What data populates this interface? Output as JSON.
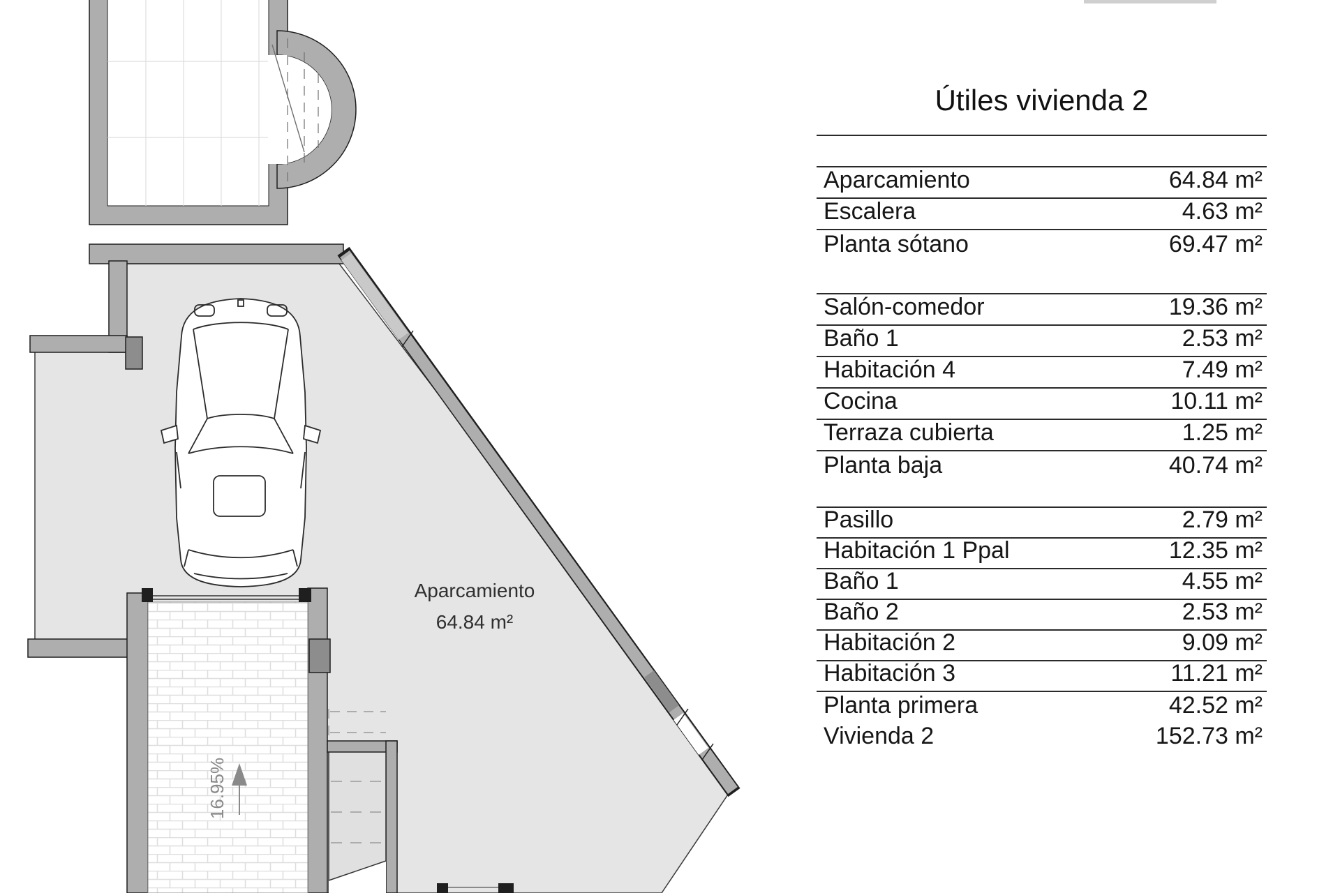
{
  "title": "Útiles vivienda 2",
  "table": {
    "groups": [
      {
        "header_spacer": true,
        "rows": [
          {
            "label": "Aparcamiento",
            "value": "64.84 m²",
            "rule": true
          },
          {
            "label": "Escalera",
            "value": "4.63 m²",
            "rule": true
          },
          {
            "label": "Planta sótano",
            "value": "69.47 m²",
            "rule": false
          }
        ]
      },
      {
        "header_spacer": false,
        "rows": [
          {
            "label": "Salón-comedor",
            "value": "19.36 m²",
            "rule": true
          },
          {
            "label": "Baño 1",
            "value": "2.53 m²",
            "rule": true
          },
          {
            "label": "Habitación 4",
            "value": "7.49 m²",
            "rule": true
          },
          {
            "label": "Cocina",
            "value": "10.11 m²",
            "rule": true
          },
          {
            "label": "Terraza cubierta",
            "value": "1.25 m²",
            "rule": true
          },
          {
            "label": "Planta baja",
            "value": "40.74 m²",
            "rule": false
          }
        ]
      },
      {
        "header_spacer": false,
        "rows": [
          {
            "label": "Pasillo",
            "value": "2.79 m²",
            "rule": true
          },
          {
            "label": "Habitación 1 Ppal",
            "value": "12.35 m²",
            "rule": true
          },
          {
            "label": "Baño 1",
            "value": "4.55 m²",
            "rule": true
          },
          {
            "label": "Baño 2",
            "value": "2.53 m²",
            "rule": true
          },
          {
            "label": "Habitación 2",
            "value": "9.09 m²",
            "rule": true
          },
          {
            "label": "Habitación 3",
            "value": "11.21 m²",
            "rule": true
          },
          {
            "label": "Planta primera",
            "value": "42.52 m²",
            "rule": false
          },
          {
            "label": "Vivienda 2",
            "value": "152.73 m²",
            "rule": false
          }
        ]
      }
    ]
  },
  "plan": {
    "room_label": "Aparcamiento",
    "room_area": "64.84 m²",
    "slope_label": "16.95%"
  },
  "colors": {
    "floor": "#e5e5e5",
    "wall": "#aeaeae",
    "wall_dark": "#8d8d8d",
    "line": "#1f1f1f",
    "slope_gray": "#8a8a8a"
  }
}
